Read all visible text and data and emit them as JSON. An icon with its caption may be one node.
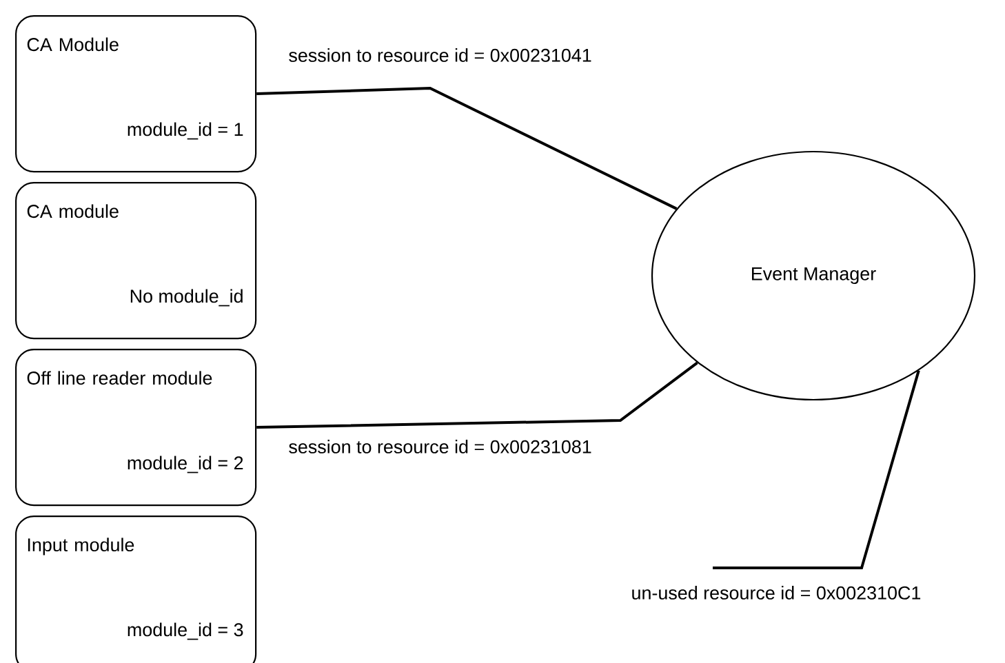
{
  "diagram": {
    "nodes": [
      {
        "text": [
          "CA Module",
          "module_id = 1"
        ]
      },
      {
        "text": [
          "CA module",
          "No module_id"
        ]
      },
      {
        "text": [
          "Off line reader module",
          "module_id = 2"
        ]
      },
      {
        "text": [
          "Input module",
          "module_id = 3"
        ]
      },
      {
        "text": [
          "Event Manager"
        ]
      }
    ],
    "edges": [
      {
        "from": 0,
        "to": 4,
        "arrow": "none",
        "label": "session to resource id = 0x00231041"
      },
      {
        "from": 2,
        "to": 4,
        "arrow": "none",
        "label": "session to resource id = 0x00231081"
      },
      {
        "from": 4,
        "to": null,
        "arrow": "none",
        "label": "un-used resource id = 0x002310C1"
      }
    ]
  }
}
